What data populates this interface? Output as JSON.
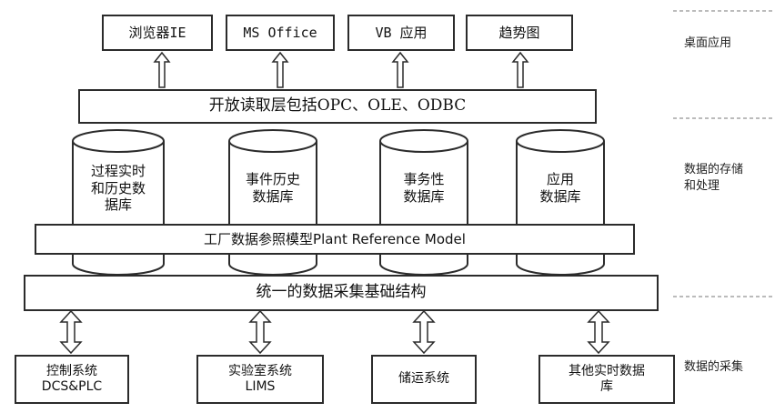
{
  "apps": [
    "浏览器IE",
    "MS Office",
    "VB 应用",
    "趋势图"
  ],
  "access_layer": "开放读取层包括OPC、OLE、ODBC",
  "databases": [
    "过程实时\n和历史数\n据库",
    "事件历史\n数据库",
    "事务性\n数据库",
    "应用\n数据库"
  ],
  "reference_model": "工厂数据参照模型Plant Reference Model",
  "collection_infra": "统一的数据采集基础结构",
  "sources": [
    "控制系统\nDCS&PLC",
    "实验室系统\nLIMS",
    "储运系统",
    "其他实时数据\n库"
  ],
  "layers": [
    "桌面应用",
    "数据的存储\n和处理",
    "数据的采集"
  ]
}
